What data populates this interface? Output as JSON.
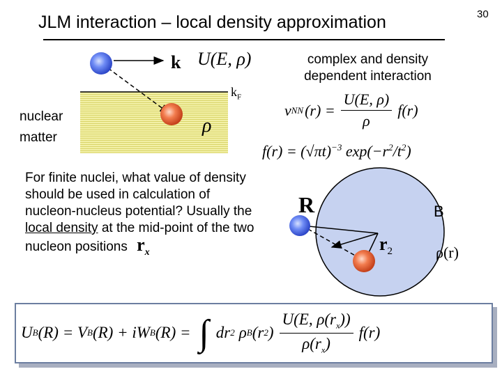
{
  "slide": {
    "title": "JLM interaction – local density approximation",
    "page_number": "30"
  },
  "diagram_top": {
    "k_label": "k",
    "u_label": "U(E, ρ)",
    "kf_label": "k",
    "kf_sub": "F",
    "rho_label": "ρ",
    "nuclear_matter_line1": "nuclear",
    "nuclear_matter_line2": "matter"
  },
  "interaction_note": {
    "line1": "complex and density",
    "line2": "dependent interaction"
  },
  "formula_vnn": {
    "lhs": "v",
    "lhs_sub": "NN",
    "lhs_arg": "(r) =",
    "numerator": "U(E, ρ)",
    "denominator": "ρ",
    "rhs": "f(r)"
  },
  "formula_f": {
    "text": "f(r) = (√πt)",
    "exp1": "−3",
    "mid": " exp(−r",
    "exp2": "2",
    "mid2": "/t",
    "exp3": "2",
    "end": ")"
  },
  "question": {
    "text_before": "For finite nuclei, what value of density should be used in calculation of nucleon-nucleus potential? Usually the ",
    "underlined": "local density",
    "text_after": " at the mid-point of the two nucleon positions",
    "rx_label": "r",
    "rx_sub": "x"
  },
  "diagram_bottom": {
    "R_label": "R",
    "B_label": "B",
    "r2_label": "r",
    "r2_sub": "2",
    "rho_r_label": "ρ(r)"
  },
  "formula_main": {
    "lhs": "U",
    "lhs_sub": "B",
    "lhs_rest": "(R) = V",
    "v_sub": "B",
    "v_rest": "(R) + iW",
    "w_sub": "B",
    "w_rest": "(R) =",
    "integral": "∫",
    "dr": "dr",
    "dr_sub": "2",
    "rho_b": "ρ",
    "rho_b_sub": "B",
    "rho_b_arg": "(r",
    "rho_b_arg_sub": "2",
    "rho_b_close": ")",
    "num": "U(E, ρ(r",
    "num_sub": "x",
    "num_close": "))",
    "den": "ρ(r",
    "den_sub": "x",
    "den_close": ")",
    "tail": "f(r)"
  },
  "colors": {
    "nuclear_matter_fill": "#f2f0a6",
    "nuclear_matter_lines": "#d9d46a",
    "blue_nucleon": "#4d6fe8",
    "red_nucleon": "#ef6a3a",
    "nucleus_fill": "#c6d2f0",
    "box_border": "#6c7ea0",
    "box_shadow": "#a8afc0"
  }
}
